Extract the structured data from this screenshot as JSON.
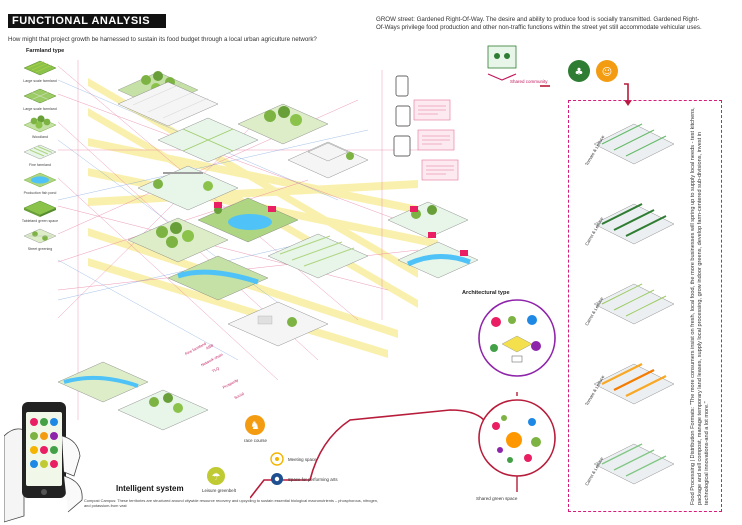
{
  "header": {
    "title": "FUNCTIONAL ANALYSIS",
    "question": "How might that project growth be harnessed to sustain its food budget through a local urban agriculture network?",
    "grow_text": "GROW street: Gardened Right-Of-Way. The desire and ability to produce food is socially transmitted. Gardened Right-Of-Ways privilege food production and other non-traffic functions within the street yet still accommodate vehicular uses."
  },
  "farmland": {
    "title": "Farmland type",
    "items": [
      {
        "label": "Large scale farmland",
        "color": "#8bc34a"
      },
      {
        "label": "Large scale farmland",
        "color": "#9ccc65"
      },
      {
        "label": "Woodland",
        "color": "#7cb342"
      },
      {
        "label": "Fine farmland",
        "color": "#aed581"
      },
      {
        "label": "Production fish pond",
        "color": "#4fc3f7"
      },
      {
        "label": "Tableland green space",
        "color": "#8bc34a"
      },
      {
        "label": "Street greening",
        "color": "#9ccc65"
      }
    ]
  },
  "diagram_labels": {
    "fine_farmland": "Fine farmland",
    "abb": "ABB",
    "network_chain": "Network chain",
    "tlq": "TLQ",
    "prosperity": "Prosperity",
    "social": "Social"
  },
  "shared_community": "Shared community",
  "architectural_type": "Architectural type",
  "shared_green_space": "Shared green space",
  "right_panel": {
    "captions": [
      "Tomato & Lettuce",
      "Carrot & Lettuce",
      "Carrot & Lettuce",
      "Tomato & Lettuce",
      "Carrot & Lettuce"
    ],
    "food_text": "Food Processing | Distribution Formats: \"The more consumers insist on fresh, local food, the more businesses will spring up to supply local needs - test kitchens, package and sell compost, manage temporary land leases, supply local processing, grow indoor greens, develop farm-centered sub-divisions, invest in technological innovations-and a lot more.\""
  },
  "legend": {
    "race_course": "race course",
    "meeting_space": "Meeting space",
    "performing_arts": "Space for performing arts",
    "leisure_greenbelt": "Leisure greenbelt"
  },
  "bottom": {
    "intelligent_system": "Intelligent system",
    "compost_text": "Compost Campus: These territories are structured around citywide resource recovery and upcycling to sustain essential biological macronutrients – phosphorous, nitrogen, and potassium-from vast"
  },
  "colors": {
    "accent_pink": "#d81b7a",
    "route_red": "#b71c3a",
    "green": "#4caf50",
    "orange": "#f39c12",
    "purple": "#8e24aa",
    "yellow": "#f4e04d"
  }
}
